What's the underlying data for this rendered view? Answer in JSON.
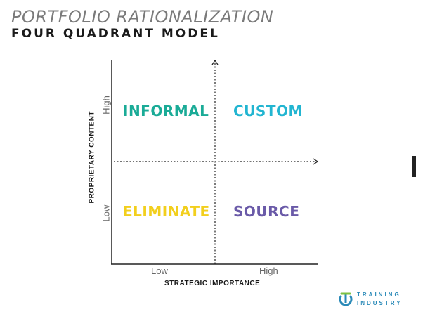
{
  "title": "PORTFOLIO RATIONALIZATION",
  "subtitle": "FOUR QUADRANT MODEL",
  "quadrants": {
    "top_left": "INFORMAL",
    "top_right": "CUSTOM",
    "bottom_left": "ELIMINATE",
    "bottom_right": "SOURCE"
  },
  "colors": {
    "informal": "#1aab97",
    "custom": "#22b5d1",
    "eliminate": "#f2cf1d",
    "source": "#6a5aa8"
  },
  "x_axis": {
    "label": "STRATEGIC IMPORTANCE",
    "low": "Low",
    "high": "High"
  },
  "y_axis": {
    "label": "PROPRIETARY CONTENT",
    "low": "Low",
    "high": "High"
  },
  "logo": {
    "line1": "TRAINING",
    "line2": "INDUSTRY"
  }
}
